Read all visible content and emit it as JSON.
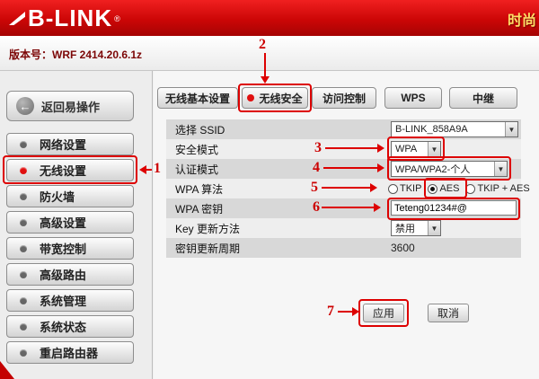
{
  "header": {
    "logo": "B-LINK",
    "reg": "®",
    "tagline": "时尚",
    "version": "版本号：WRF 2414.20.6.1z"
  },
  "icons": {
    "back_arrow": "←",
    "dropdown": "▼"
  },
  "sidebar": {
    "back": "返回易操作",
    "active": "无线设置",
    "items": [
      {
        "label": "网络设置"
      },
      {
        "label": "无线设置"
      },
      {
        "label": "防火墙"
      },
      {
        "label": "高级设置"
      },
      {
        "label": "带宽控制"
      },
      {
        "label": "高级路由"
      },
      {
        "label": "系统管理"
      },
      {
        "label": "系统状态"
      },
      {
        "label": "重启路由器"
      }
    ]
  },
  "tabs": {
    "active": "无线安全",
    "items": [
      {
        "label": "无线基本设置"
      },
      {
        "label": "无线安全"
      },
      {
        "label": "访问控制"
      },
      {
        "label": "WPS"
      },
      {
        "label": "中继"
      }
    ]
  },
  "form": {
    "ssid": {
      "label": "选择 SSID",
      "value": "B-LINK_858A9A"
    },
    "security_mode": {
      "label": "安全模式",
      "value": "WPA"
    },
    "auth_mode": {
      "label": "认证模式",
      "value": "WPA/WPA2-个人"
    },
    "wpa_algorithm": {
      "label": "WPA 算法",
      "options": [
        "TKIP",
        "AES",
        "TKIP + AES"
      ],
      "selected": "AES"
    },
    "wpa_key": {
      "label": "WPA 密钥",
      "value": "Teteng01234#@"
    },
    "key_update_method": {
      "label": "Key 更新方法",
      "value": "禁用"
    },
    "key_update_period": {
      "label": "密钥更新周期",
      "value": "3600"
    },
    "apply": "应用",
    "cancel": "取消"
  },
  "annotations": {
    "step1": "1",
    "step2": "2",
    "step3": "3",
    "step4": "4",
    "step5": "5",
    "step6": "6",
    "step7": "7"
  },
  "colors": {
    "brand_red": "#c00000",
    "annotation_red": "#dd0000"
  }
}
